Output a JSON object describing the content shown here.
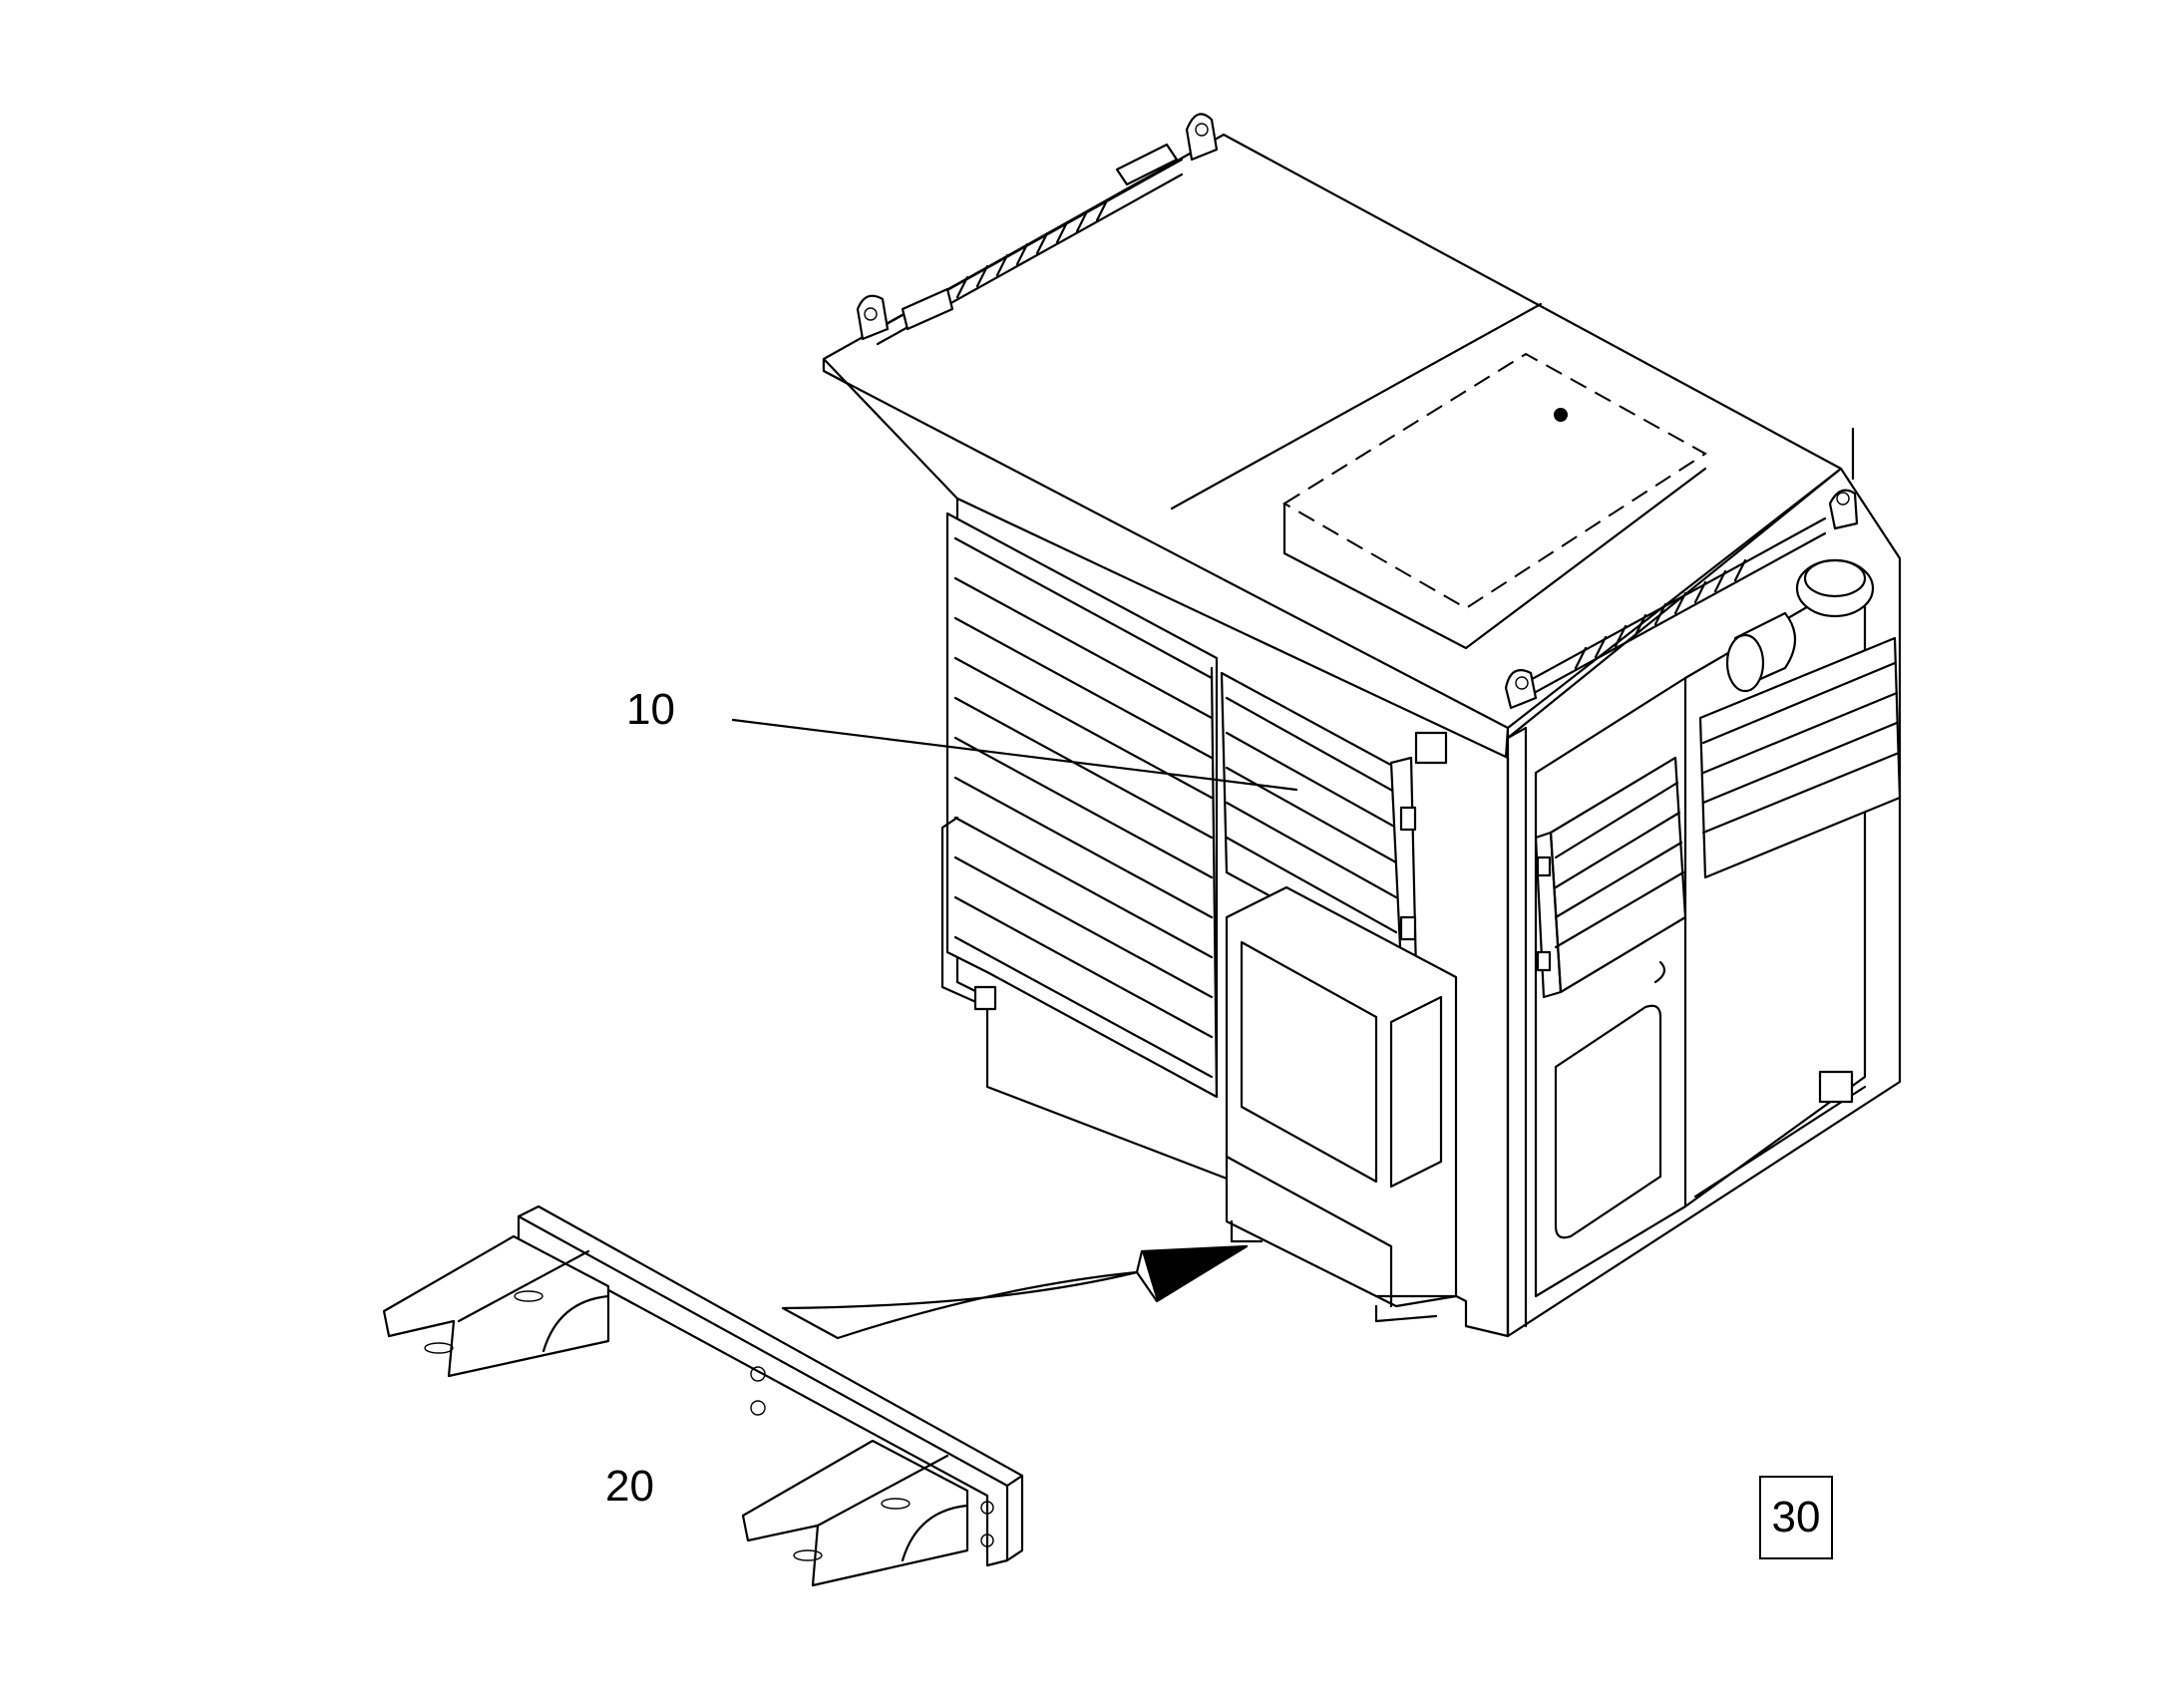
{
  "callouts": {
    "item_10": "10",
    "item_20": "20",
    "sheet_number": "30"
  },
  "colors": {
    "line": "#000000",
    "background": "#ffffff"
  }
}
